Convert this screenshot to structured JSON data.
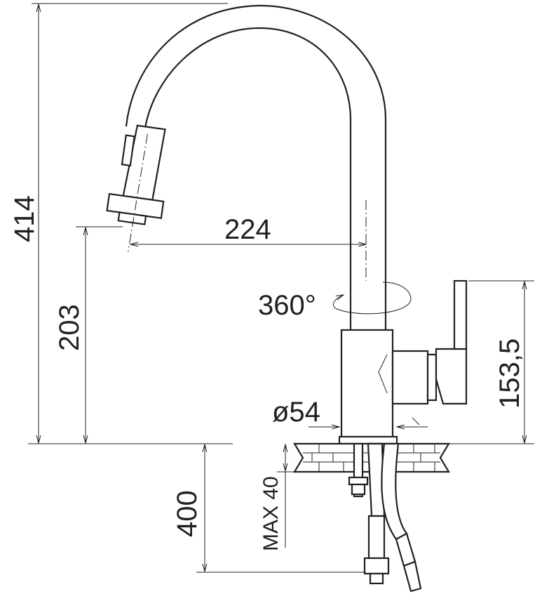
{
  "dimensions": {
    "total_height": "414",
    "spout_height": "203",
    "spout_reach": "224",
    "rotation": "360°",
    "handle_height": "153,5",
    "base_diameter": "ø54",
    "hose_length": "400",
    "max_counter_thickness": "MAX 40"
  },
  "colors": {
    "line": "#231f20",
    "background": "#ffffff"
  }
}
